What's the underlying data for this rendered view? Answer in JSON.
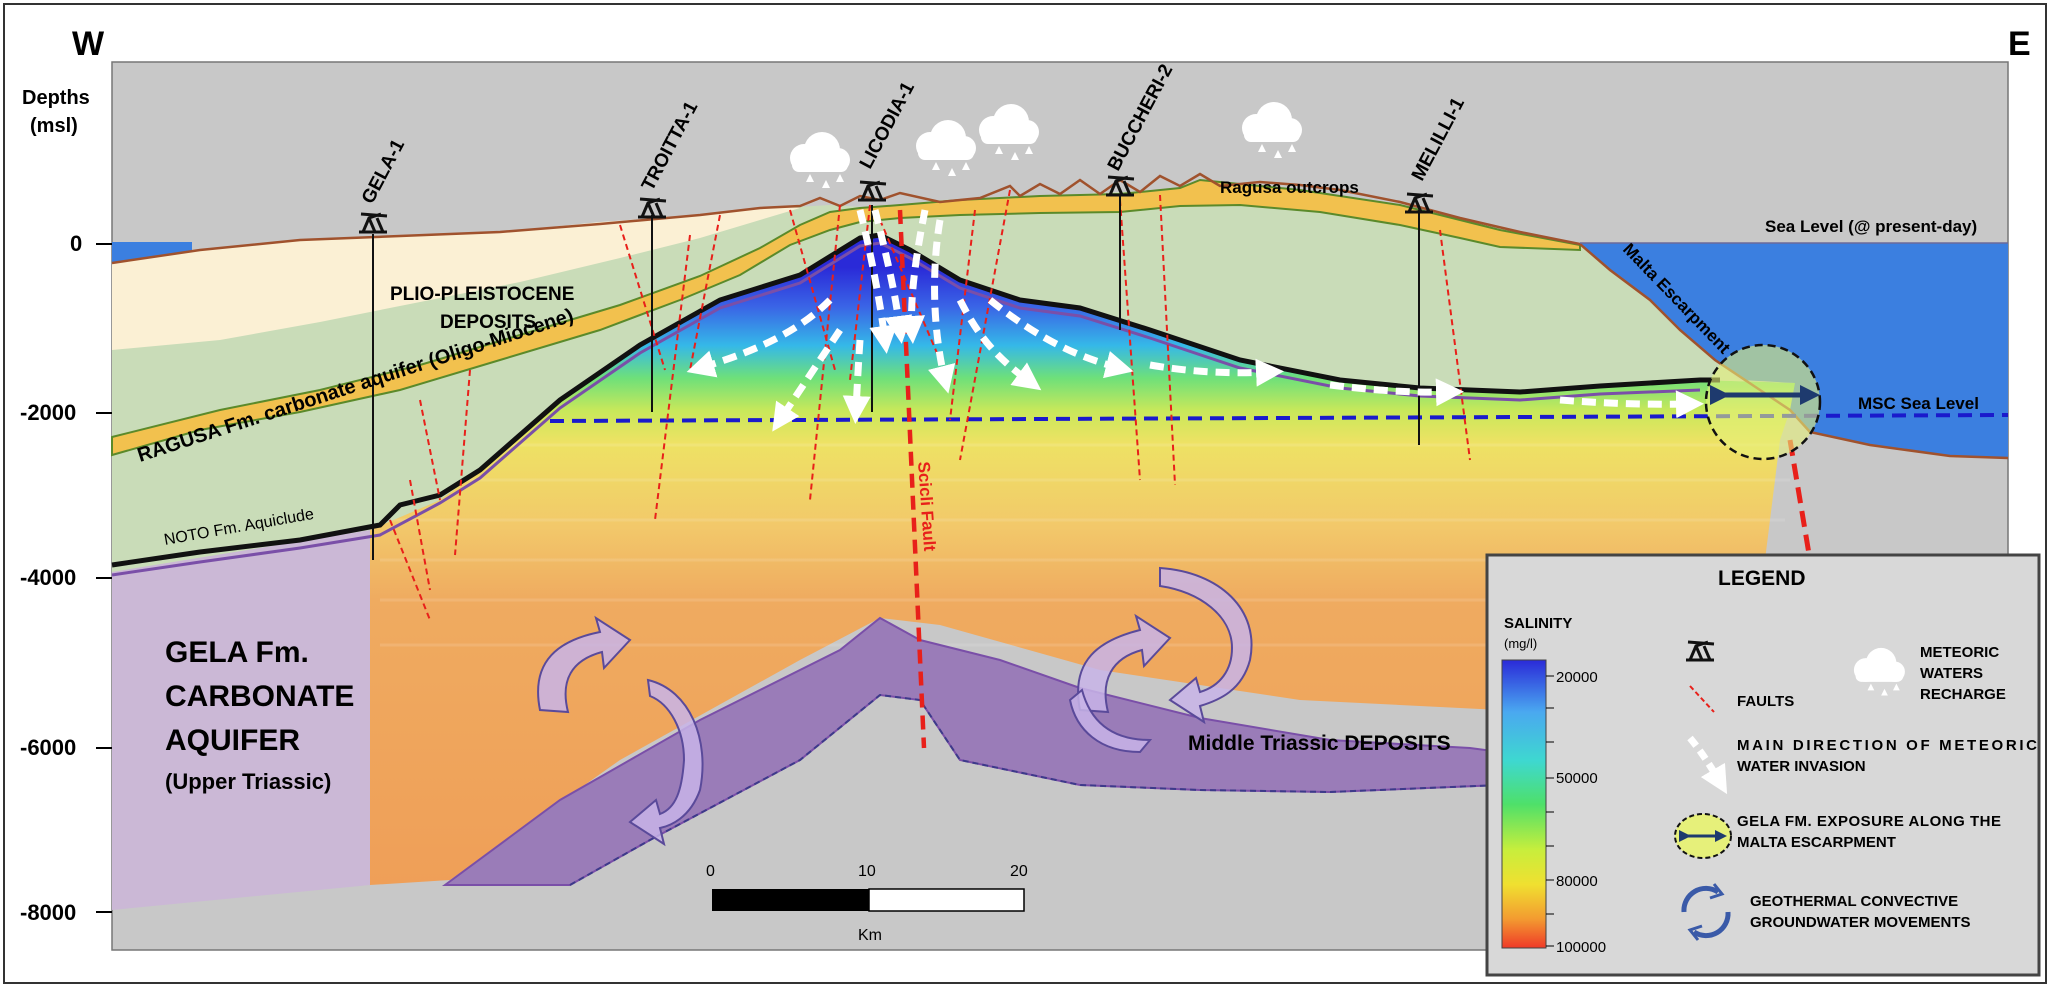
{
  "orientation": {
    "west": "W",
    "east": "E"
  },
  "depth_axis": {
    "title_line1": "Depths",
    "title_line2": "(msl)",
    "ticks": [
      "0",
      "-2000",
      "-4000",
      "-6000",
      "-8000"
    ]
  },
  "wells": [
    "GELA-1",
    "TROITTA-1",
    "LICODIA-1",
    "BUCCHERI-2",
    "MELILLI-1"
  ],
  "labels": {
    "ragusa_outcrops": "Ragusa outcrops",
    "sea_level": "Sea Level (@ present-day)",
    "malta_escarpment": "Malta Escarpment",
    "msc_sea_level": "MSC Sea Level",
    "plio_line1": "PLIO-PLEISTOCENE",
    "plio_line2": "DEPOSITS",
    "ragusa_aquifer": "RAGUSA Fm. carbonate aquifer (Oligo-Miocene)",
    "noto": "NOTO Fm. Aquiclude",
    "gela_line1": "GELA Fm.",
    "gela_line2": "CARBONATE",
    "gela_line3": "AQUIFER",
    "gela_line4": "(Upper Triassic)",
    "scicli_fault": "Scicli Fault",
    "middle_triassic": "Middle Triassic DEPOSITS"
  },
  "scale_bar": {
    "ticks": [
      "0",
      "10",
      "20"
    ],
    "unit": "Km"
  },
  "legend": {
    "title": "LEGEND",
    "salinity_title": "SALINITY",
    "salinity_unit": "(mg/l)",
    "salinity_ticks": [
      "20000",
      "50000",
      "80000",
      "100000"
    ],
    "faults": "FAULTS",
    "meteoric_line1": "METEORIC",
    "meteoric_line2": "WATERS",
    "meteoric_line3": "RECHARGE",
    "main_dir_line1": "MAIN DIRECTION OF METEORIC",
    "main_dir_line2": "WATER INVASION",
    "gela_exp_line1": "GELA FM. EXPOSURE ALONG THE",
    "gela_exp_line2": "MALTA ESCARPMENT",
    "geo_line1": "GEOTHERMAL CONVECTIVE",
    "geo_line2": "GROUNDWATER MOVEMENTS"
  },
  "colors": {
    "sea": "#3b7fe0",
    "plio": "#fbf0d4",
    "ragusa": "#f2c14e",
    "green_unit": "#c9dcb8",
    "gela": "#cbb8d6",
    "triassic": "#9a7cb8",
    "background": "#c8c8c8",
    "fault": "#e8201a",
    "msc_line": "#1a1acc"
  },
  "icons": [
    "oil-derrick-icon",
    "rain-cloud-icon",
    "arrow-icon",
    "convective-arrow-icon"
  ]
}
